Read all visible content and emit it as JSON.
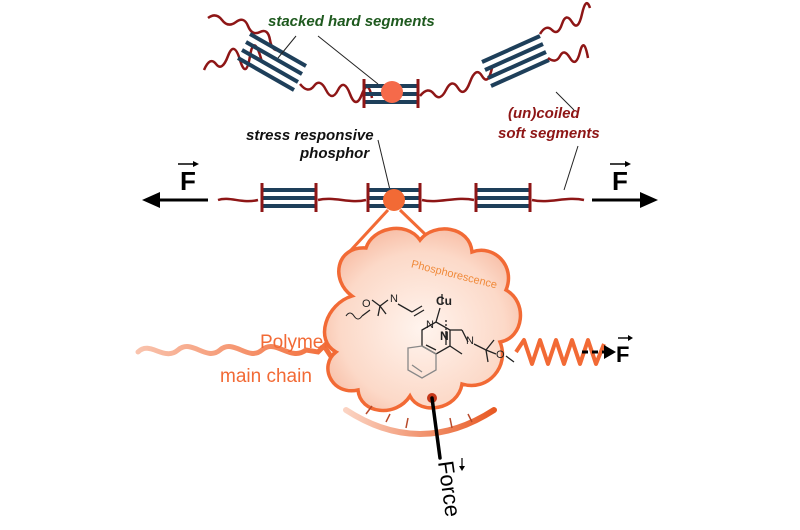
{
  "labels": {
    "stacked_hard": "stacked hard segments",
    "stress_line1": "stress responsive",
    "stress_line2": "phosphor",
    "uncoiled_line1": "(un)coiled",
    "uncoiled_line2": "soft segments",
    "force_left": "F",
    "force_right": "F",
    "phosphorescence": "Phosphorescence",
    "polymer_line1": "Polymer",
    "polymer_line2": "main chain",
    "force_right_bottom": "F",
    "force_gauge": "Force"
  },
  "molecule_atoms": {
    "n_left": "N",
    "o_left": "O",
    "cu": "Cu",
    "n_pyr": "N",
    "n_center": "N",
    "n_right": "N",
    "o_right": "O"
  },
  "colors": {
    "hard_segment": "#1e3f5a",
    "soft_segment": "#8e1616",
    "phosphor": "#f26a35",
    "label_green": "#1f5a1f",
    "cloud_fill": "#fde3d8"
  }
}
